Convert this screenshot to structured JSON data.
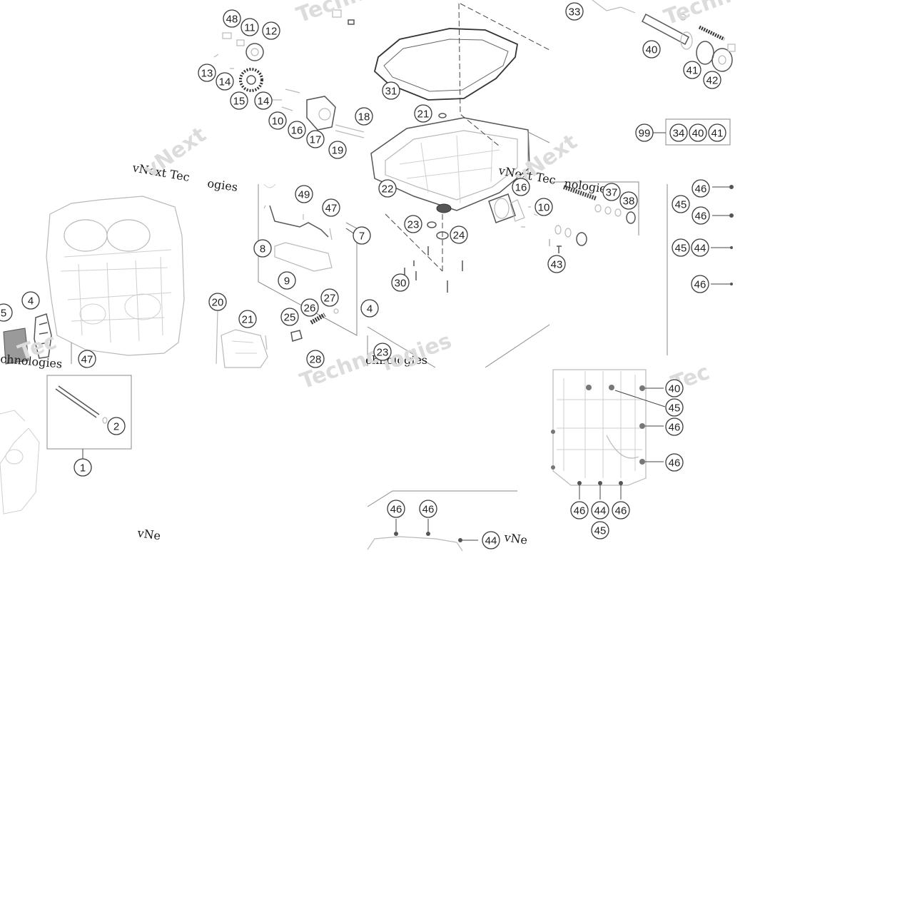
{
  "watermark": {
    "line_a": "vNext Tec",
    "line_b": "vNext Tec",
    "line_c": "chnologies",
    "line_d": "chnologies",
    "line_e": "vNe",
    "line_f": "vNe",
    "line_g": "nologies",
    "line_h": "ogies",
    "ghost_a": "Techno",
    "ghost_b": "Techn",
    "ghost_c": "vNext",
    "ghost_d": "Techno",
    "ghost_e": "Tec",
    "ghost_f": "Tec",
    "ghost_g": "vNext",
    "ghost_h": "logies"
  },
  "callouts": [
    {
      "id": "c48a",
      "label": "48"
    },
    {
      "id": "c11",
      "label": "11"
    },
    {
      "id": "c12",
      "label": "12"
    },
    {
      "id": "c13",
      "label": "13"
    },
    {
      "id": "c14a",
      "label": "14"
    },
    {
      "id": "c15",
      "label": "15"
    },
    {
      "id": "c14b",
      "label": "14"
    },
    {
      "id": "c10a",
      "label": "10"
    },
    {
      "id": "c16a",
      "label": "16"
    },
    {
      "id": "c17",
      "label": "17"
    },
    {
      "id": "c19",
      "label": "19"
    },
    {
      "id": "c18",
      "label": "18"
    },
    {
      "id": "c31",
      "label": "31"
    },
    {
      "id": "c21a",
      "label": "21"
    },
    {
      "id": "c22",
      "label": "22"
    },
    {
      "id": "c16b",
      "label": "16"
    },
    {
      "id": "c10b",
      "label": "10"
    },
    {
      "id": "c23a",
      "label": "23"
    },
    {
      "id": "c24a",
      "label": "24"
    },
    {
      "id": "c30",
      "label": "30"
    },
    {
      "id": "c33",
      "label": "33"
    },
    {
      "id": "c40a",
      "label": "40"
    },
    {
      "id": "c41a",
      "label": "41"
    },
    {
      "id": "c42",
      "label": "42"
    },
    {
      "id": "c99",
      "label": "99"
    },
    {
      "id": "c34",
      "label": "34"
    },
    {
      "id": "c40b",
      "label": "40"
    },
    {
      "id": "c41b",
      "label": "41"
    },
    {
      "id": "c37",
      "label": "37"
    },
    {
      "id": "c38",
      "label": "38"
    },
    {
      "id": "c43",
      "label": "43"
    },
    {
      "id": "c49",
      "label": "49"
    },
    {
      "id": "c47a",
      "label": "47"
    },
    {
      "id": "c7",
      "label": "7"
    },
    {
      "id": "c8",
      "label": "8"
    },
    {
      "id": "c9",
      "label": "9"
    },
    {
      "id": "c20",
      "label": "20"
    },
    {
      "id": "c21b",
      "label": "21"
    },
    {
      "id": "c25",
      "label": "25"
    },
    {
      "id": "c26",
      "label": "26"
    },
    {
      "id": "c27",
      "label": "27"
    },
    {
      "id": "c28",
      "label": "28"
    },
    {
      "id": "c4a",
      "label": "4"
    },
    {
      "id": "c5",
      "label": "5"
    },
    {
      "id": "c47b",
      "label": "47"
    },
    {
      "id": "c2",
      "label": "2"
    },
    {
      "id": "c1",
      "label": "1"
    },
    {
      "id": "c24b",
      "label": "4"
    },
    {
      "id": "c23b",
      "label": "23"
    },
    {
      "id": "c46a",
      "label": "46"
    },
    {
      "id": "c45a",
      "label": "45"
    },
    {
      "id": "c46b",
      "label": "46"
    },
    {
      "id": "c45b",
      "label": "45"
    },
    {
      "id": "c44a",
      "label": "44"
    },
    {
      "id": "c46c",
      "label": "46"
    },
    {
      "id": "c40c",
      "label": "40"
    },
    {
      "id": "c45c",
      "label": "45"
    },
    {
      "id": "c46d",
      "label": "46"
    },
    {
      "id": "c46e",
      "label": "46"
    },
    {
      "id": "c46f",
      "label": "46"
    },
    {
      "id": "c44b",
      "label": "44"
    },
    {
      "id": "c46g",
      "label": "46"
    },
    {
      "id": "c45d",
      "label": "45"
    },
    {
      "id": "c46h",
      "label": "46"
    },
    {
      "id": "c46i",
      "label": "46"
    },
    {
      "id": "c44c",
      "label": "44"
    }
  ]
}
